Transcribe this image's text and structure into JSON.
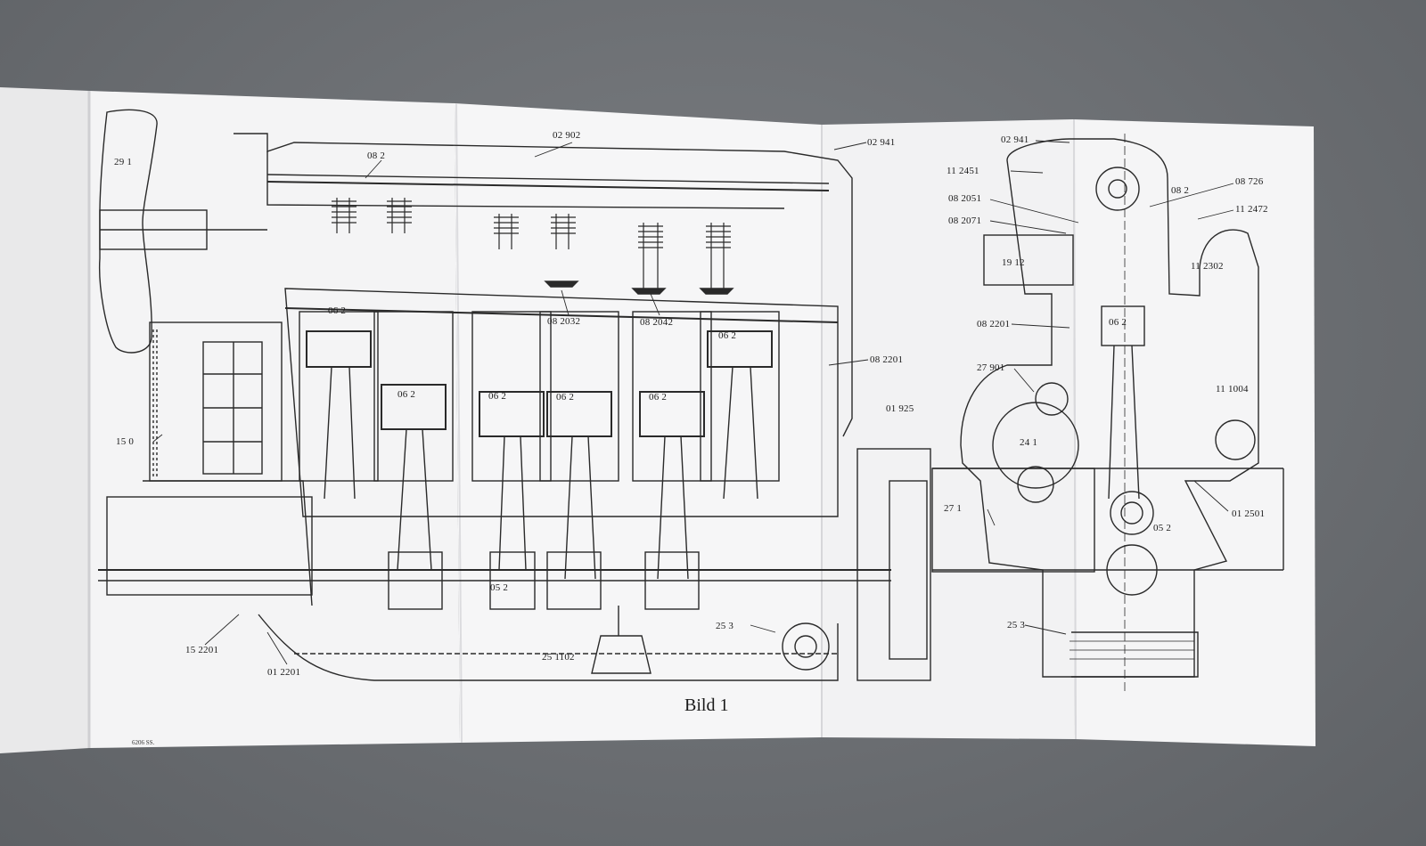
{
  "figure": {
    "caption": "Bild 1",
    "print_code": "6206 SS."
  },
  "callouts": {
    "fan": "29 1",
    "top_rocker_left": "08 2",
    "top_cover": "02 902",
    "oil_filler": "02 941",
    "piston_ring_1": "06 2",
    "valve_intake": "08 2032",
    "valve_exhaust": "08 2042",
    "piston_ring_2": "06 2",
    "pushrod": "08 2201",
    "piston_a": "06 2",
    "piston_b": "06 2",
    "piston_c": "06 2",
    "piston_d": "06 2",
    "crank_bracket": "01 925",
    "clutch": "15 0",
    "flywheel_seal": "15 2201",
    "oil_pan": "01 2201",
    "main_bearing": "05 2",
    "oil_pump": "25 3",
    "oil_strainer": "25 1102",
    "section_filler": "02 941",
    "manifold_left": "11 2451",
    "spring_1": "08 2051",
    "spring_2": "08 2071",
    "rocker_section": "08 2",
    "valve_section": "08 726",
    "manifold_right": "11 2472",
    "carburettor": "19 12",
    "manifold_side": "11 2302",
    "pushrod_section": "08 2201",
    "piston_section": "06 2",
    "camshaft": "27 901",
    "carb_body": "11 1004",
    "timing_gear": "24 1",
    "oil_dipstick": "27 1",
    "oil_line": "01 2501",
    "crank_section": "05 2",
    "pump_section": "25 3"
  }
}
